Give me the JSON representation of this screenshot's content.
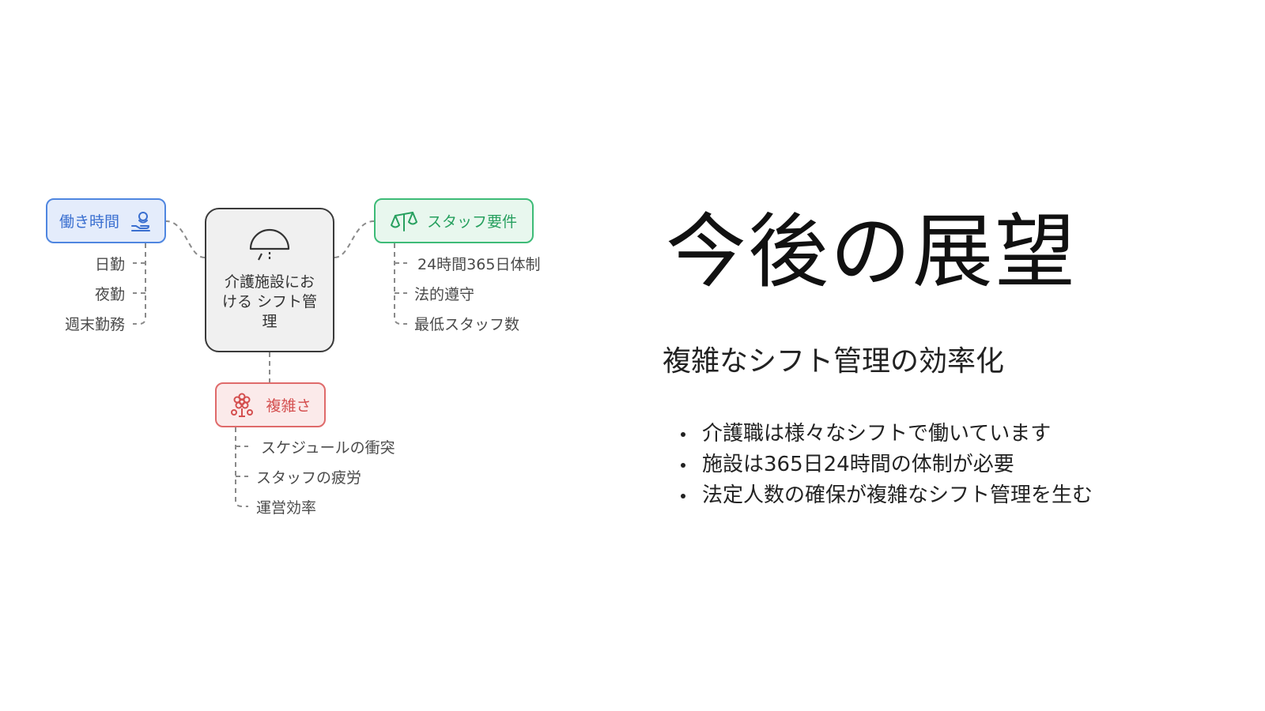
{
  "diagram": {
    "center": {
      "label": "介護施設における シフト管理"
    },
    "work_hours": {
      "label": "働き時間",
      "icon": "hand-person-icon",
      "items": [
        "日勤",
        "夜勤",
        "週末勤務"
      ]
    },
    "staff_requirements": {
      "label": "スタッフ要件",
      "icon": "scales-icon",
      "items": [
        "24時間365日体制",
        "法的遵守",
        "最低スタッフ数"
      ]
    },
    "complexity": {
      "label": "複雑さ",
      "icon": "flower-icon",
      "items": [
        "スケジュールの衝突",
        "スタッフの疲労",
        "運営効率"
      ]
    },
    "colors": {
      "blue": "#4f86e0",
      "green": "#3dbb77",
      "red": "#df6a6a",
      "center_border": "#3a3a3a"
    }
  },
  "slide": {
    "title": "今後の展望",
    "subtitle": "複雑なシフト管理の効率化",
    "bullets": [
      "介護職は様々なシフトで働いています",
      "施設は365日24時間の体制が必要",
      "法定人数の確保が複雑なシフト管理を生む"
    ]
  }
}
